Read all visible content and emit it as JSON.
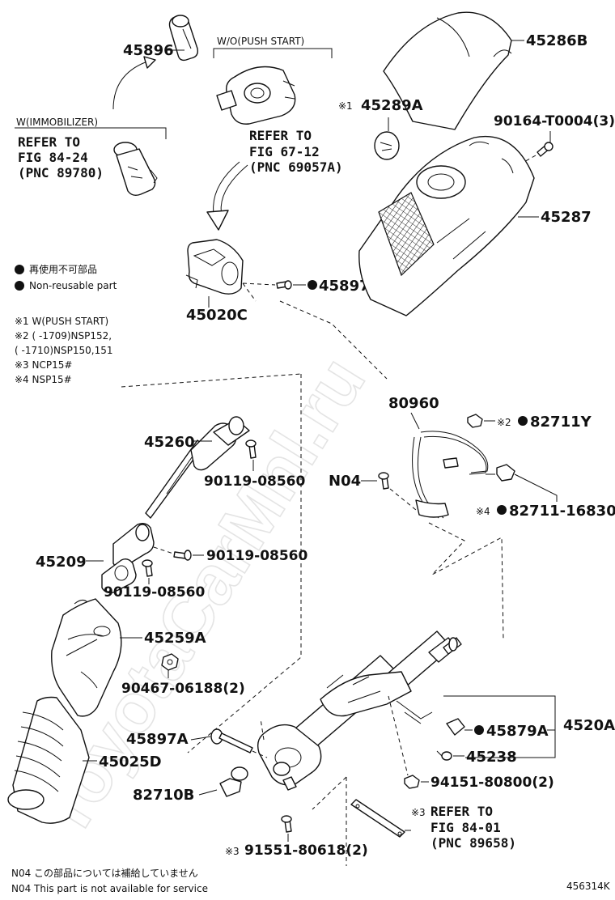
{
  "watermark": "ToyotaCarMnl.ru",
  "labels": {
    "p45896": "45896",
    "wo_push_start": "W/O(PUSH START)",
    "w_immobilizer": "W(IMMOBILIZER)",
    "refer84_24_l1": "REFER TO",
    "refer84_24_l2": "FIG 84-24",
    "refer84_24_l3": "(PNC 89780)",
    "refer67_12_l1": "REFER TO",
    "refer67_12_l2": "FIG 67-12",
    "refer67_12_l3": "(PNC 69057A)",
    "p45286B": "45286B",
    "mark_45289A": "※1",
    "p45289A": "45289A",
    "p90164": "90164-T0004(3)",
    "p45287": "45287",
    "p45897": "45897",
    "p45020C": "45020C",
    "legend_jp": "再使用不可部品",
    "legend_en": "Non-reusable part",
    "note1": "※1  W(PUSH START)",
    "note2a": "※2 (       -1709)NSP152,",
    "note2b": "      (       -1710)NSP150,151",
    "note3": "※3 NCP15#",
    "note4": "※4 NSP15#",
    "p80960": "80960",
    "mark_82711Y": "※2",
    "p82711Y": "82711Y",
    "pN04": "N04",
    "mark_82711_16830": "※4",
    "p82711_16830": "82711-16830",
    "p45260": "45260",
    "p90119_a": "90119-08560",
    "p45209": "45209",
    "p90119_b": "90119-08560",
    "p90119_c": "90119-08560",
    "p45259A": "45259A",
    "p90467": "90467-06188(2)",
    "p45025D": "45025D",
    "p45897A": "45897A",
    "p45879A": "45879A",
    "p4520A": "4520A",
    "p45238": "45238",
    "p82710B": "82710B",
    "p94151": "94151-80800(2)",
    "mark_refer84_01": "※3",
    "refer84_01_l1": "REFER TO",
    "refer84_01_l2": "FIG 84-01",
    "refer84_01_l3": "(PNC 89658)",
    "mark_91551": "※3",
    "p91551": "91551-80618(2)",
    "footnote_jp": "N04  この部品については補給していません",
    "footnote_en": "N04  This part is not available for service",
    "fig_code": "456314K"
  }
}
